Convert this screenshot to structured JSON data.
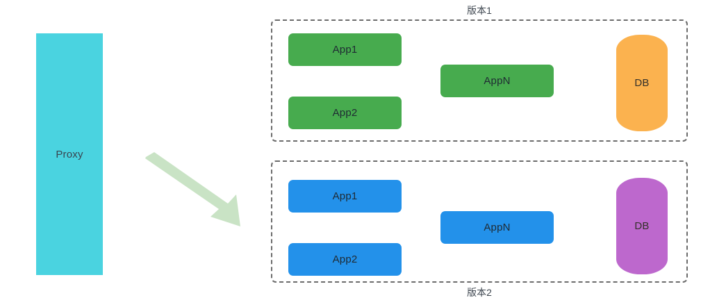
{
  "diagram": {
    "proxy": {
      "label": "Proxy",
      "color": "#4ad3e0"
    },
    "arrow": {
      "name": "transition-arrow",
      "color": "#c9e3c5",
      "direction": "down-right"
    },
    "versions": [
      {
        "caption": "版本1",
        "caption_position": "top",
        "accent_color": "#47ab4e",
        "apps": [
          {
            "label": "App1"
          },
          {
            "label": "App2"
          },
          {
            "label": "AppN"
          }
        ],
        "database": {
          "label": "DB",
          "color": "#fbb24f"
        }
      },
      {
        "caption": "版本2",
        "caption_position": "bottom",
        "accent_color": "#2391ea",
        "apps": [
          {
            "label": "App1"
          },
          {
            "label": "App2"
          },
          {
            "label": "AppN"
          }
        ],
        "database": {
          "label": "DB",
          "color": "#bd68cd"
        }
      }
    ]
  }
}
